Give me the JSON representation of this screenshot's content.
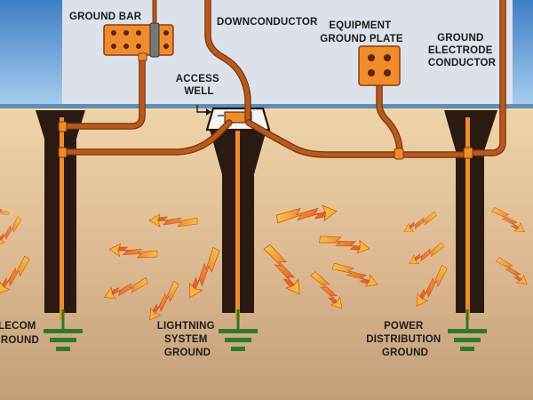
{
  "labels": {
    "ground_bar": "GROUND BAR",
    "downconductor": "DOWNCONDUCTOR",
    "equipment_ground_plate": [
      "EQUIPMENT",
      "GROUND PLATE"
    ],
    "ground_electrode_conductor": [
      "GROUND",
      "ELECTRODE",
      "CONDUCTOR"
    ],
    "access_well": [
      "ACCESS",
      "WELL"
    ],
    "telecom_ground": [
      "ELECOM",
      "ROUND"
    ],
    "lightning_system_ground": [
      "LIGHTNING",
      "SYSTEM",
      "GROUND"
    ],
    "power_distribution_ground": [
      "POWER",
      "DISTRIBUTION",
      "GROUND"
    ]
  },
  "colors": {
    "building": "#dde2ea",
    "sky": "#6fa3d6",
    "soil_top": "#efd2a6",
    "soil_bottom": "#c29d79",
    "copper": "#b75a1c",
    "orange": "#f08c2e",
    "well_shaft": "#2a1a12",
    "ground_symbol": "#2d7a2a",
    "surge_arrow": "#f0a030"
  },
  "icons": [
    "ground-symbol-icon",
    "surge-arrow-icon",
    "access-well-icon",
    "ground-bar-icon",
    "ground-plate-icon"
  ]
}
